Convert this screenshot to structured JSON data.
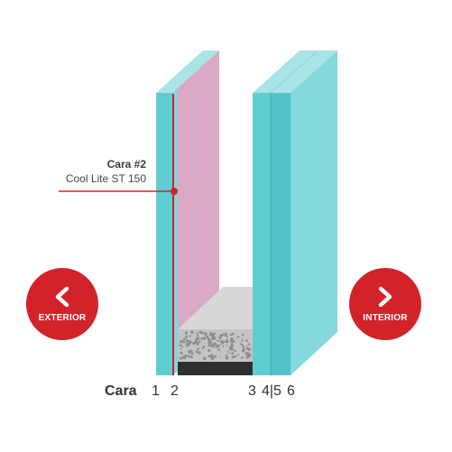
{
  "callout": {
    "title": "Cara #2",
    "subtitle": "Cool Lite ST 150"
  },
  "buttons": {
    "exterior": {
      "label": "EXTERIOR",
      "icon": "chevron-left-icon"
    },
    "interior": {
      "label": "INTERIOR",
      "icon": "chevron-right-icon"
    }
  },
  "faces": {
    "word": "Cara",
    "labels": [
      "1",
      "2",
      "3",
      "4|5",
      "6"
    ]
  },
  "colors": {
    "accent_red": "#d2232a",
    "glass": "#6fd0d4",
    "coating": "#d7a8c8",
    "spacer": "#c6c6c6",
    "sealant": "#333333"
  }
}
